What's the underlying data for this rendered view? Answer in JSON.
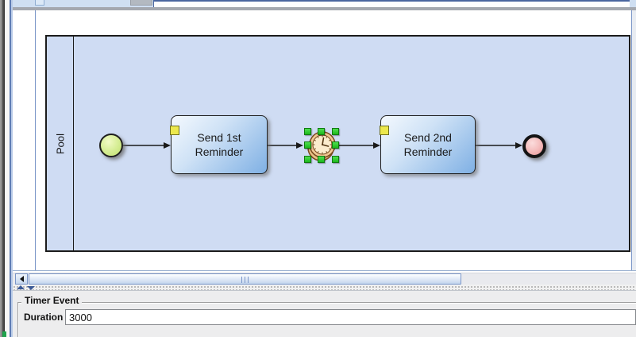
{
  "diagram": {
    "pool": {
      "label": "Pool"
    },
    "tasks": [
      {
        "label": "Send 1st Reminder"
      },
      {
        "label": "Send 2nd Reminder"
      }
    ],
    "events": {
      "start": "start-event",
      "timer": "timer-intermediate-event",
      "end": "end-event"
    },
    "selection": {
      "selected_element": "timer-intermediate-event",
      "handle_count": 8
    }
  },
  "properties_panel": {
    "group_title": "Timer Event",
    "fields": [
      {
        "label": "Duration",
        "value": "3000"
      }
    ]
  },
  "colors": {
    "pool_fill": "#cfdcf3",
    "task_gradient_start": "#f4f9fe",
    "task_gradient_end": "#7fb0e4",
    "task_badge_yellow": "#ece84d",
    "start_event_fill": "#d9ef9a",
    "end_event_fill": "#f0a8a8",
    "selection_handle_green": "#2ed52e",
    "timer_body_tan": "#f6d7a5",
    "toolbar_strip_blue": "#cfdff2"
  }
}
